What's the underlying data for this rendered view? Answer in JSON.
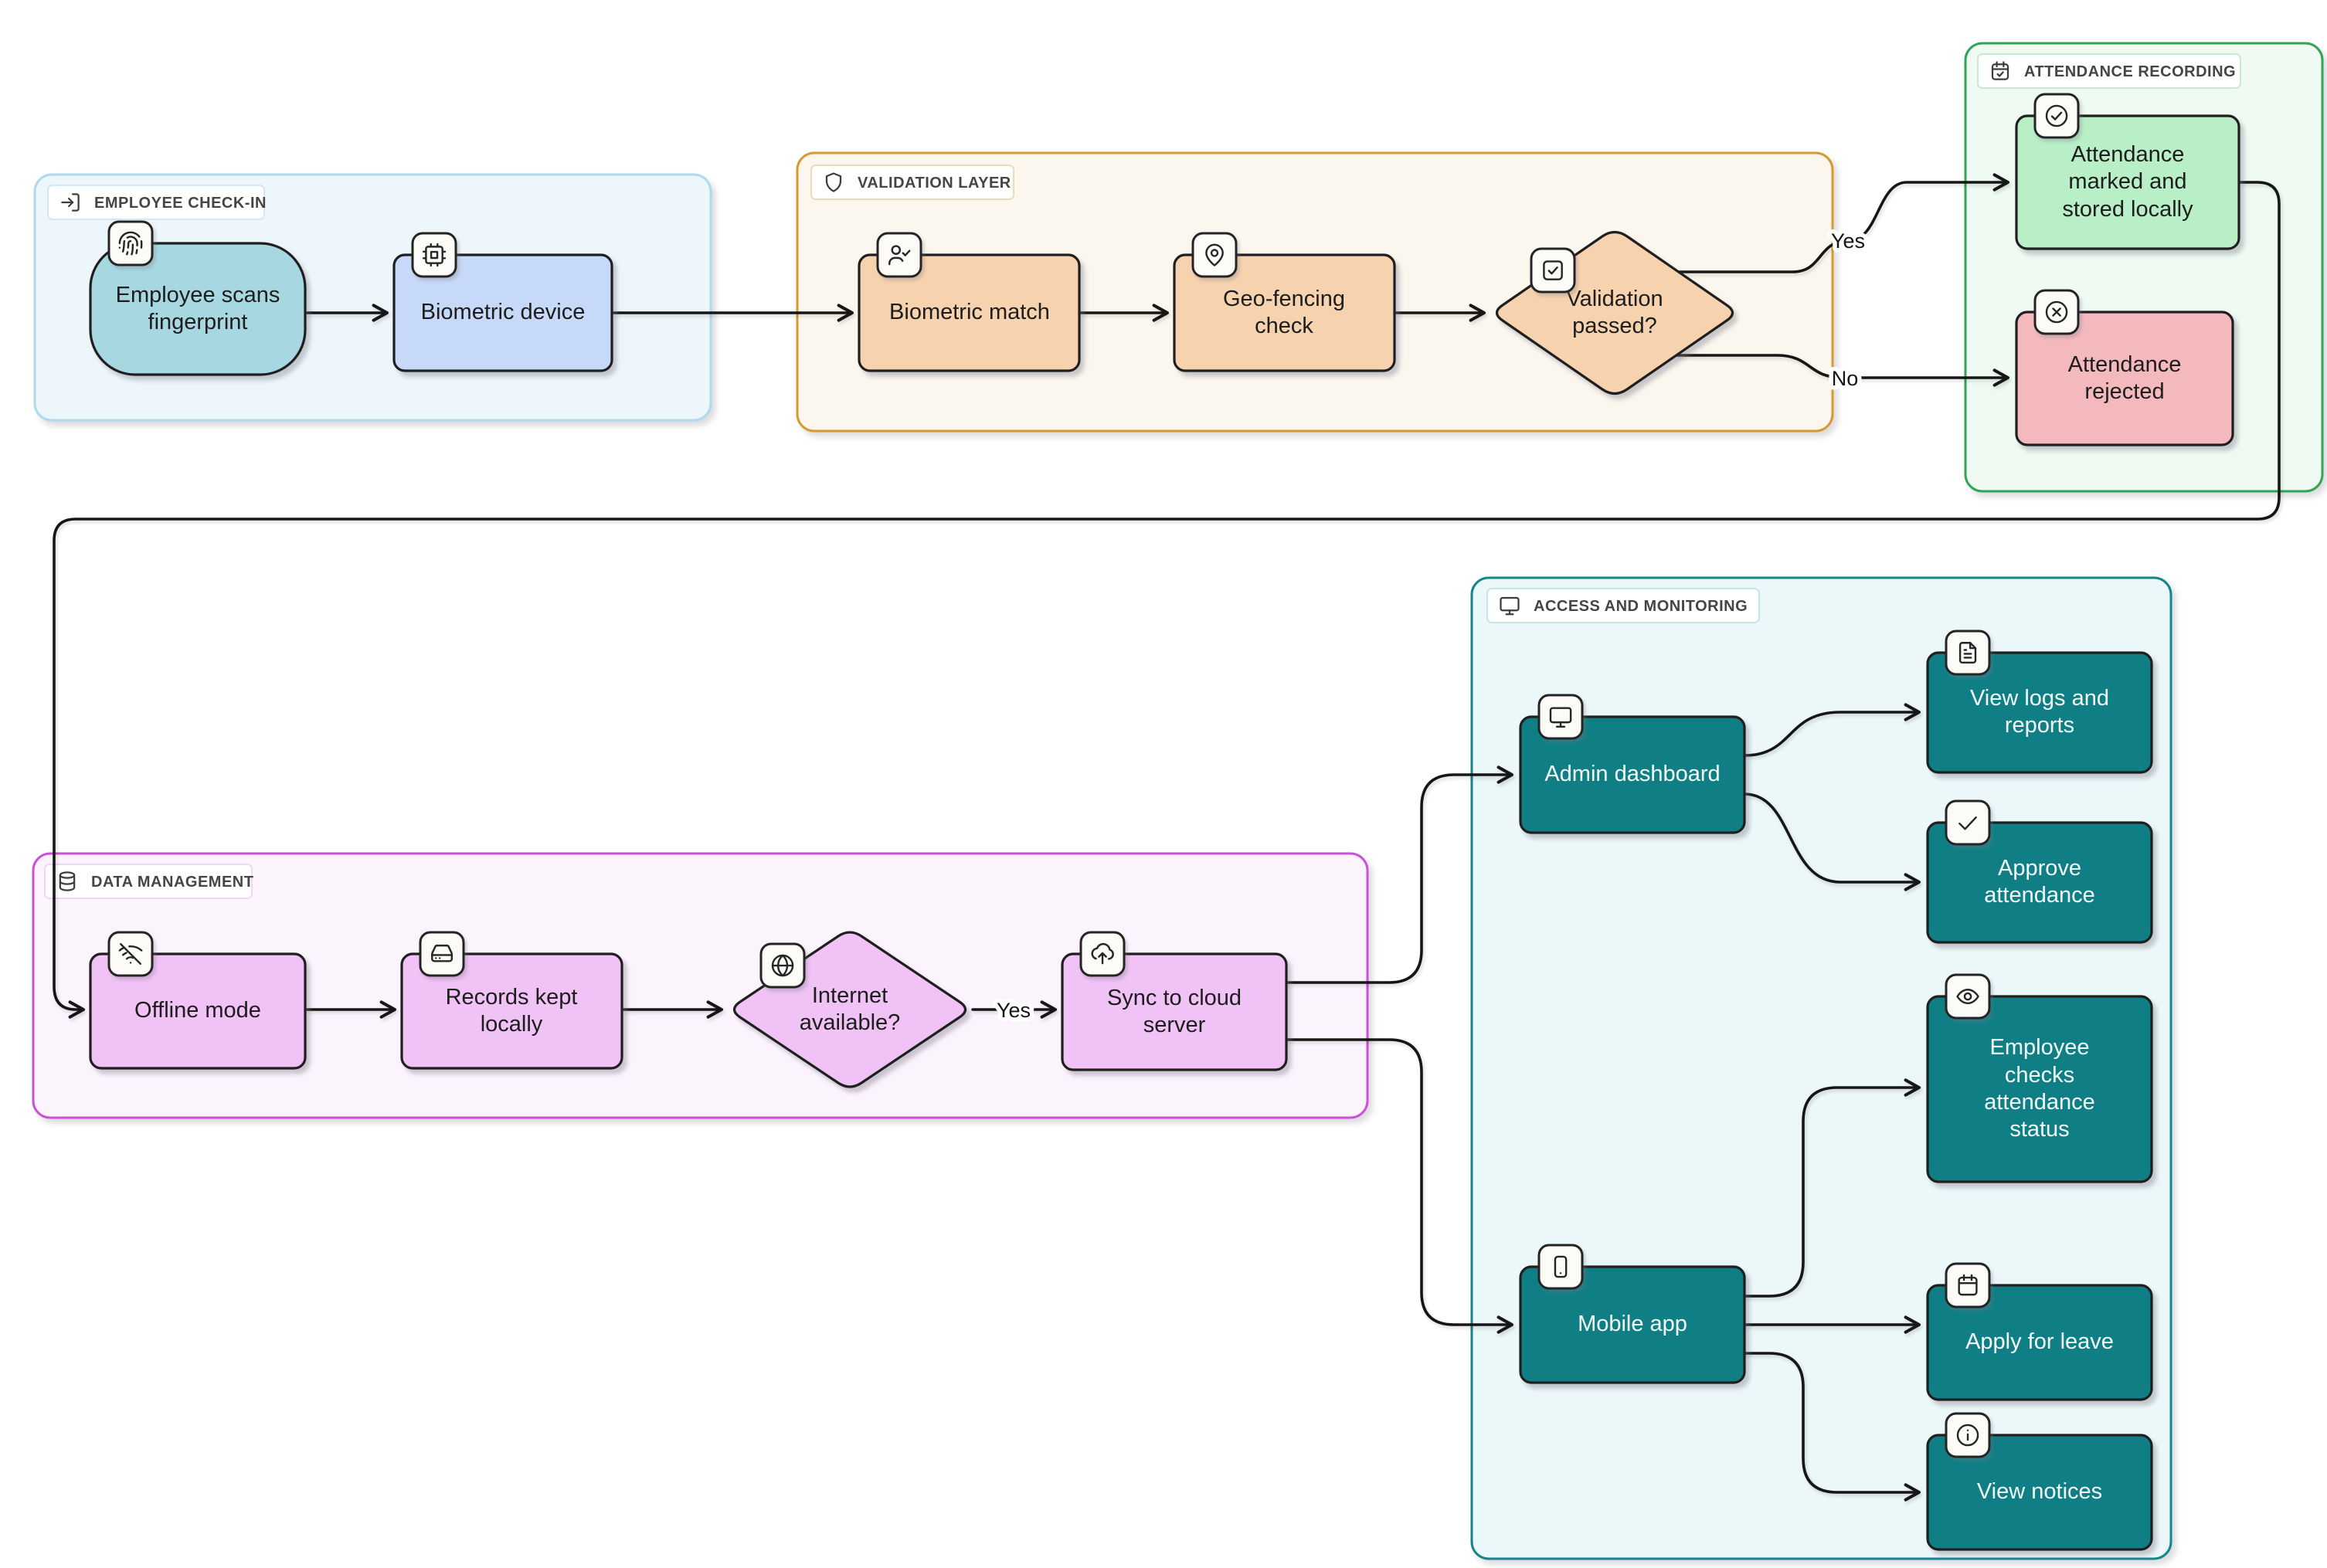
{
  "groups": {
    "employee_checkin": {
      "label": "EMPLOYEE CHECK-IN",
      "icon": "login-icon"
    },
    "validation_layer": {
      "label": "VALIDATION LAYER",
      "icon": "shield-icon"
    },
    "attendance_recording": {
      "label": "ATTENDANCE RECORDING",
      "icon": "calendar-check-icon"
    },
    "data_management": {
      "label": "DATA MANAGEMENT",
      "icon": "database-icon"
    },
    "access_monitoring": {
      "label": "ACCESS AND MONITORING",
      "icon": "monitor-icon"
    }
  },
  "nodes": {
    "employee_scans": {
      "label": "Employee scans fingerprint",
      "icon": "fingerprint-icon",
      "shape": "stadium"
    },
    "biometric_device": {
      "label": "Biometric device",
      "icon": "cpu-icon",
      "shape": "rect"
    },
    "biometric_match": {
      "label": "Biometric match",
      "icon": "user-check-icon",
      "shape": "rect"
    },
    "geo_fencing": {
      "label": "Geo-fencing check",
      "icon": "map-pin-icon",
      "shape": "rect"
    },
    "validation_passed": {
      "label": "Validation passed?",
      "icon": "checkbox-icon",
      "shape": "diamond"
    },
    "attendance_marked": {
      "label": "Attendance marked and stored locally",
      "icon": "circle-check-icon",
      "shape": "rect"
    },
    "attendance_rejected": {
      "label": "Attendance rejected",
      "icon": "circle-x-icon",
      "shape": "rect"
    },
    "offline_mode": {
      "label": "Offline mode",
      "icon": "wifi-off-icon",
      "shape": "rect"
    },
    "records_kept": {
      "label": "Records kept locally",
      "icon": "hard-drive-icon",
      "shape": "rect"
    },
    "internet_available": {
      "label": "Internet available?",
      "icon": "globe-icon",
      "shape": "diamond"
    },
    "sync_cloud": {
      "label": "Sync to cloud server",
      "icon": "cloud-upload-icon",
      "shape": "rect"
    },
    "admin_dashboard": {
      "label": "Admin dashboard",
      "icon": "monitor-icon",
      "shape": "rect"
    },
    "view_logs": {
      "label": "View logs and reports",
      "icon": "file-text-icon",
      "shape": "rect"
    },
    "approve_attendance": {
      "label": "Approve attendance",
      "icon": "check-icon",
      "shape": "rect"
    },
    "employee_checks": {
      "label": "Employee checks attendance status",
      "icon": "eye-icon",
      "shape": "rect"
    },
    "mobile_app": {
      "label": "Mobile app",
      "icon": "smartphone-icon",
      "shape": "rect"
    },
    "apply_leave": {
      "label": "Apply for leave",
      "icon": "calendar-icon",
      "shape": "rect"
    },
    "view_notices": {
      "label": "View notices",
      "icon": "info-icon",
      "shape": "rect"
    }
  },
  "edges": [
    {
      "from": "employee_scans",
      "to": "biometric_device",
      "label": ""
    },
    {
      "from": "biometric_device",
      "to": "biometric_match",
      "label": ""
    },
    {
      "from": "biometric_match",
      "to": "geo_fencing",
      "label": ""
    },
    {
      "from": "geo_fencing",
      "to": "validation_passed",
      "label": ""
    },
    {
      "from": "validation_passed",
      "to": "attendance_marked",
      "label": "Yes"
    },
    {
      "from": "validation_passed",
      "to": "attendance_rejected",
      "label": "No"
    },
    {
      "from": "attendance_marked",
      "to": "offline_mode",
      "label": ""
    },
    {
      "from": "offline_mode",
      "to": "records_kept",
      "label": ""
    },
    {
      "from": "records_kept",
      "to": "internet_available",
      "label": ""
    },
    {
      "from": "internet_available",
      "to": "sync_cloud",
      "label": "Yes"
    },
    {
      "from": "sync_cloud",
      "to": "admin_dashboard",
      "label": ""
    },
    {
      "from": "sync_cloud",
      "to": "mobile_app",
      "label": ""
    },
    {
      "from": "admin_dashboard",
      "to": "view_logs",
      "label": ""
    },
    {
      "from": "admin_dashboard",
      "to": "approve_attendance",
      "label": ""
    },
    {
      "from": "mobile_app",
      "to": "employee_checks",
      "label": ""
    },
    {
      "from": "mobile_app",
      "to": "apply_leave",
      "label": ""
    },
    {
      "from": "mobile_app",
      "to": "view_notices",
      "label": ""
    }
  ],
  "colors": {
    "node_border": "#1f1f1f",
    "edge": "#161616",
    "stadium": "#a7d8e1",
    "device_blue": "#c7d9f8",
    "peach": "#f7d2ae",
    "success_green": "#b8efc6",
    "reject_red": "#f4b9bd",
    "pink": "#f0c2f5",
    "teal_node": "#0f7f85",
    "group_blue_fill": "#edf6fb",
    "group_blue_border": "#aed9ee",
    "group_orange_fill": "#fbf7ee",
    "group_orange_border": "#d69a30",
    "group_green_fill": "#eefaf2",
    "group_green_border": "#31a455",
    "group_magenta_fill": "#fcf4fd",
    "group_magenta_border": "#cb50d5",
    "group_teal_fill": "#ebf7f8",
    "group_teal_border": "#15858b"
  }
}
